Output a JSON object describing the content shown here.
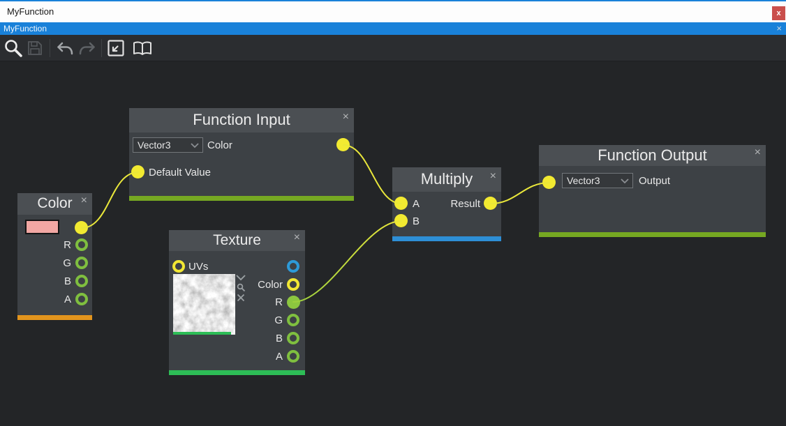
{
  "window": {
    "title": "MyFunction",
    "close_label": "x"
  },
  "tab": {
    "label": "MyFunction",
    "close_label": "×"
  },
  "toolbar": {
    "icons": [
      {
        "name": "search",
        "enabled": true
      },
      {
        "name": "save",
        "enabled": false
      },
      {
        "name": "undo",
        "enabled": true
      },
      {
        "name": "redo",
        "enabled": false
      },
      {
        "name": "fit-window",
        "enabled": true
      },
      {
        "name": "library-book",
        "enabled": true
      }
    ]
  },
  "palette": {
    "accent_blue": "#1981d9",
    "close_red": "#ca4f4c",
    "node_body": "#3d4145",
    "node_header": "#4b4f53",
    "port_yellow": "#f2ea31",
    "port_green": "#8cc63f",
    "port_blue": "#2d9ad8",
    "wire_yellow": "#e9e73b",
    "wire_green": "#9ccf3e",
    "footer_olive": "#76a822",
    "footer_emerald": "#2dbd56",
    "footer_orange": "#e2941d",
    "footer_blue": "#2e8fd6",
    "swatch_pink": "#f2a7a3"
  },
  "nodes": {
    "color": {
      "title": "Color",
      "close": "×",
      "r": "R",
      "g": "G",
      "b": "B",
      "a": "A"
    },
    "function_input": {
      "title": "Function Input",
      "close": "×",
      "type_value": "Vector3",
      "name_label": "Color",
      "default_label": "Default Value"
    },
    "texture": {
      "title": "Texture",
      "close": "×",
      "uvs_label": "UVs",
      "color_label": "Color",
      "r": "R",
      "g": "G",
      "b": "B",
      "a": "A"
    },
    "multiply": {
      "title": "Multiply",
      "close": "×",
      "a": "A",
      "b": "B",
      "result": "Result"
    },
    "function_output": {
      "title": "Function Output",
      "close": "×",
      "type_value": "Vector3",
      "name_label": "Output"
    }
  }
}
